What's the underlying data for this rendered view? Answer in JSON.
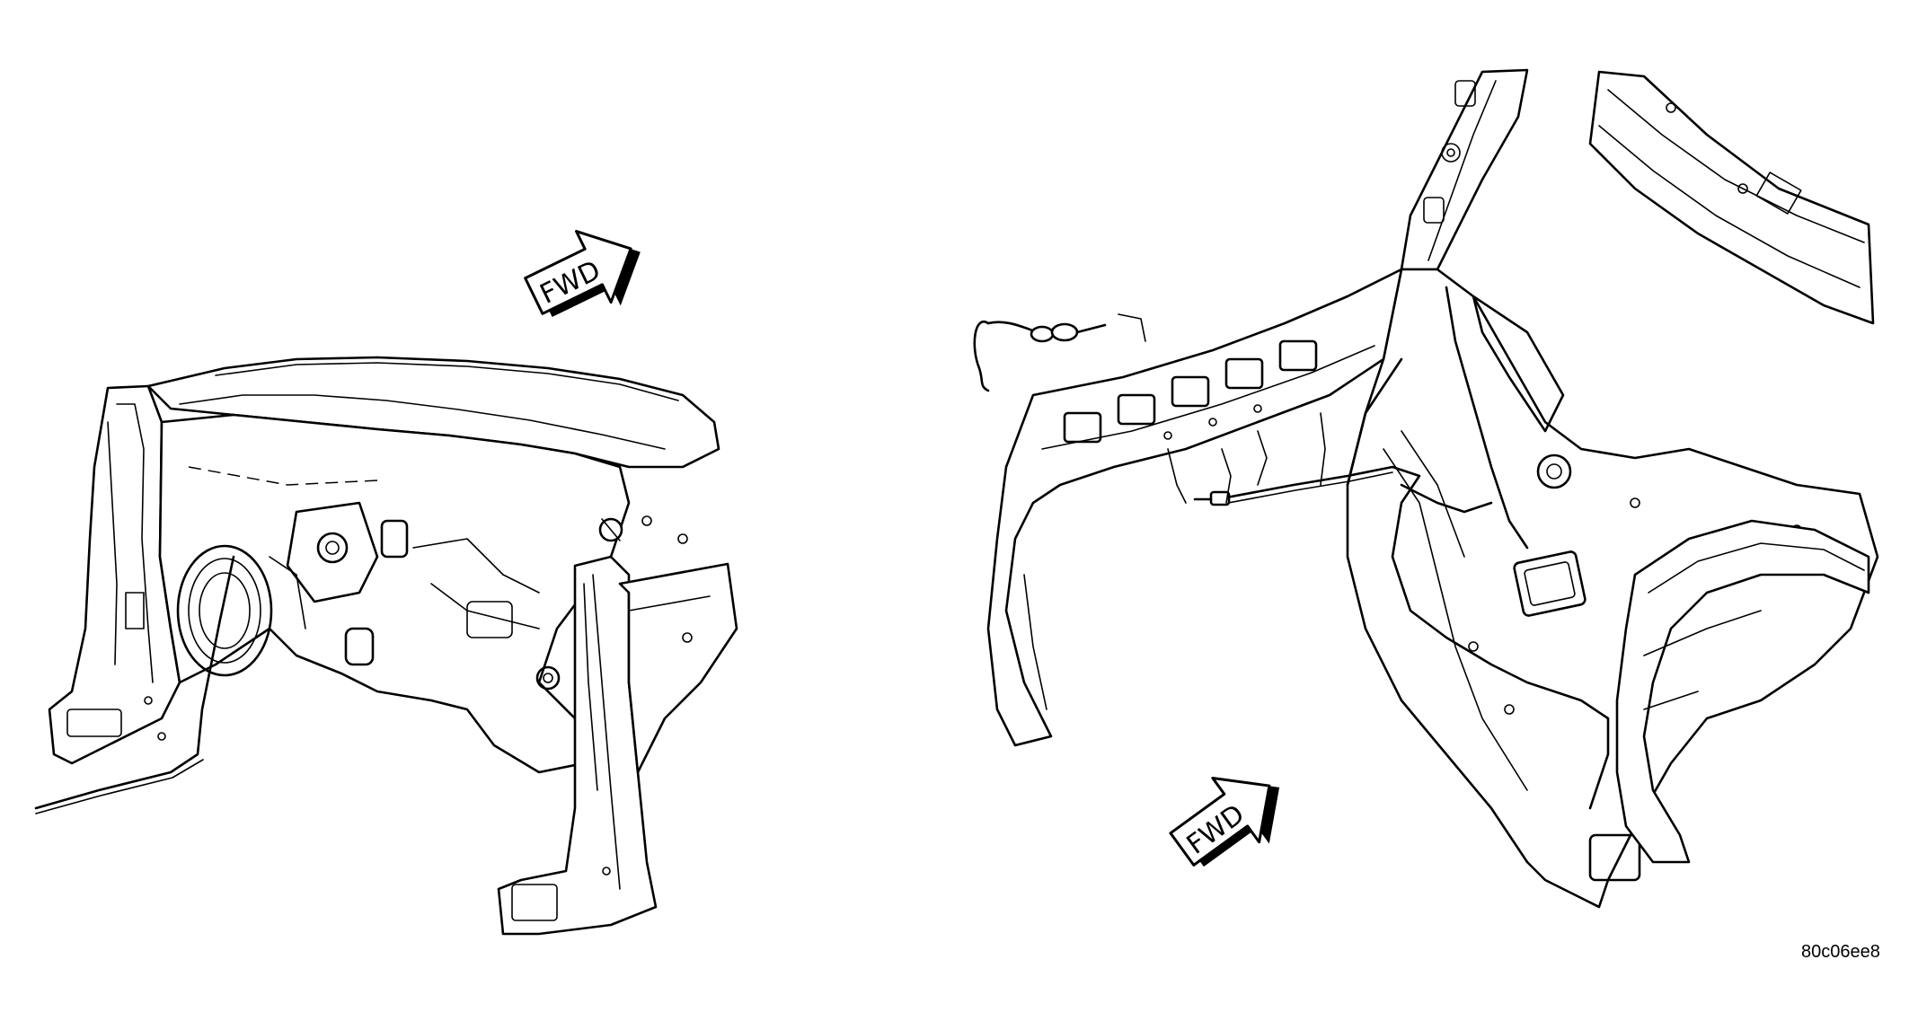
{
  "labels": {
    "fwd_left": "FWD",
    "fwd_right": "FWD",
    "figure_code": "80c06ee8"
  }
}
